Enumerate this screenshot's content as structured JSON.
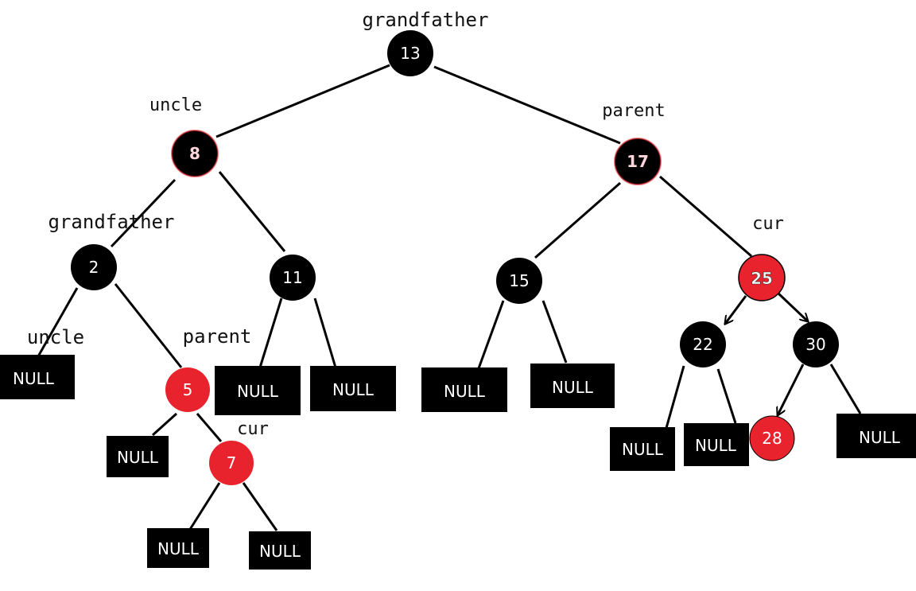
{
  "colors": {
    "black_node": "#000000",
    "red_node": "#e8232d",
    "edge": "#000000",
    "text_light": "#ffffff"
  },
  "nodes": [
    {
      "id": "n13",
      "label": "13",
      "color": "black"
    },
    {
      "id": "n8",
      "label": "8",
      "color": "black"
    },
    {
      "id": "n17",
      "label": "17",
      "color": "black"
    },
    {
      "id": "n2",
      "label": "2",
      "color": "black"
    },
    {
      "id": "n11",
      "label": "11",
      "color": "black"
    },
    {
      "id": "n15",
      "label": "15",
      "color": "black"
    },
    {
      "id": "n25",
      "label": "25",
      "color": "red"
    },
    {
      "id": "n5",
      "label": "5",
      "color": "red"
    },
    {
      "id": "n7",
      "label": "7",
      "color": "red"
    },
    {
      "id": "n22",
      "label": "22",
      "color": "black"
    },
    {
      "id": "n30",
      "label": "30",
      "color": "black"
    },
    {
      "id": "n28",
      "label": "28",
      "color": "red"
    }
  ],
  "null_label": "NULL",
  "annotations": {
    "grandfather_top": "grandfather",
    "uncle_top": "uncle",
    "parent_top": "parent",
    "cur_top": "cur",
    "grandfather_left": "grandfather",
    "uncle_left": "uncle",
    "parent_left": "parent",
    "cur_left": "cur"
  }
}
